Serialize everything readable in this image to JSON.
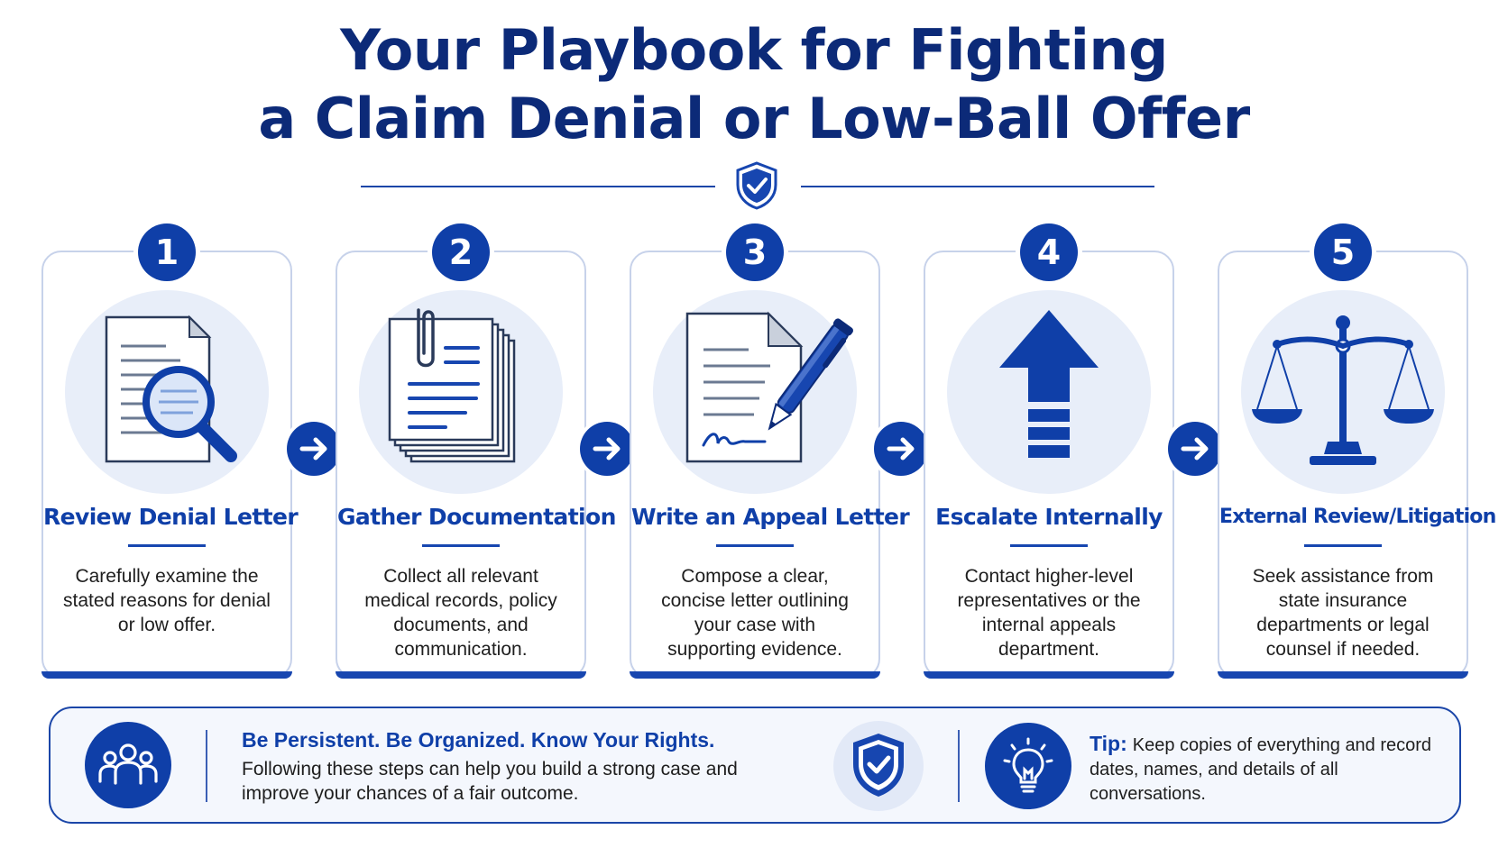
{
  "title": {
    "line1": "Your Playbook for Fighting",
    "line2": "a Claim Denial or Low-Ball Offer"
  },
  "colors": {
    "primary": "#0f3fa8",
    "title": "#0c2a78",
    "circle_bg": "#e8eef9",
    "card_border": "#c7d2ea"
  },
  "steps": [
    {
      "number": "1",
      "icon": "document-magnifier-icon",
      "title": "Review Denial Letter",
      "description": "Carefully examine the stated reasons for denial or low offer."
    },
    {
      "number": "2",
      "icon": "paperclip-documents-icon",
      "title": "Gather Documentation",
      "description": "Collect all relevant medical records, policy documents, and communication."
    },
    {
      "number": "3",
      "icon": "document-pen-icon",
      "title": "Write an Appeal Letter",
      "description": "Compose a clear, concise letter outlining your case with supporting evidence."
    },
    {
      "number": "4",
      "icon": "up-arrow-icon",
      "title": "Escalate Internally",
      "description": "Contact higher-level representatives or the internal appeals department."
    },
    {
      "number": "5",
      "icon": "scales-of-justice-icon",
      "title": "External Review/Litigation",
      "description": "Seek assistance from state insurance departments or legal counsel if needed."
    }
  ],
  "footer": {
    "heading": "Be Persistent. Be Organized. Know Your Rights.",
    "body": "Following these steps can help you build a strong case and improve your chances of a fair outcome.",
    "tip_label": "Tip:",
    "tip_text": "Keep copies of everything and record dates, names, and details of all conversations."
  }
}
